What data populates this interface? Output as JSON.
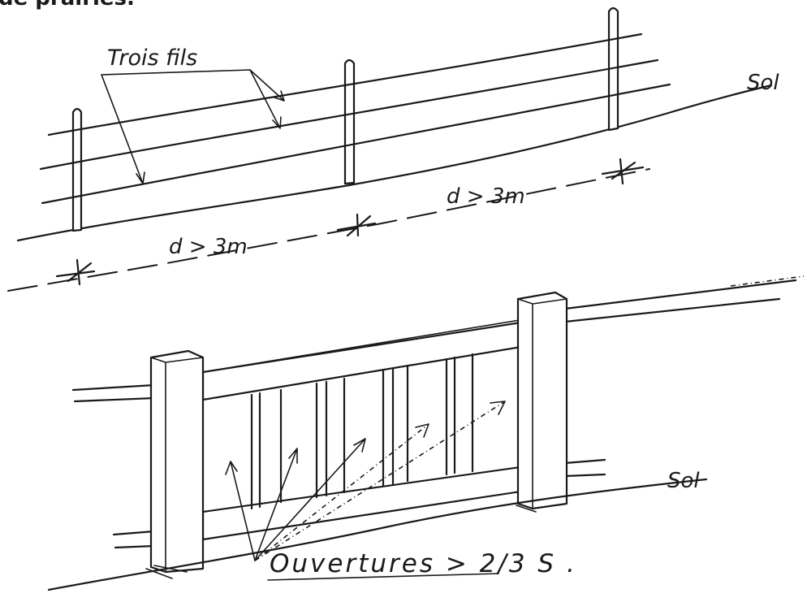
{
  "header_fragment": "de prairies.",
  "top_figure": {
    "wires_label": "Trois fils",
    "ground_label": "Sol",
    "spacing_label_1": "d > 3m",
    "spacing_label_2": "d > 3m"
  },
  "bottom_figure": {
    "ground_label": "Sol",
    "openings_label": "Ouvertures > 2/3 S ."
  }
}
